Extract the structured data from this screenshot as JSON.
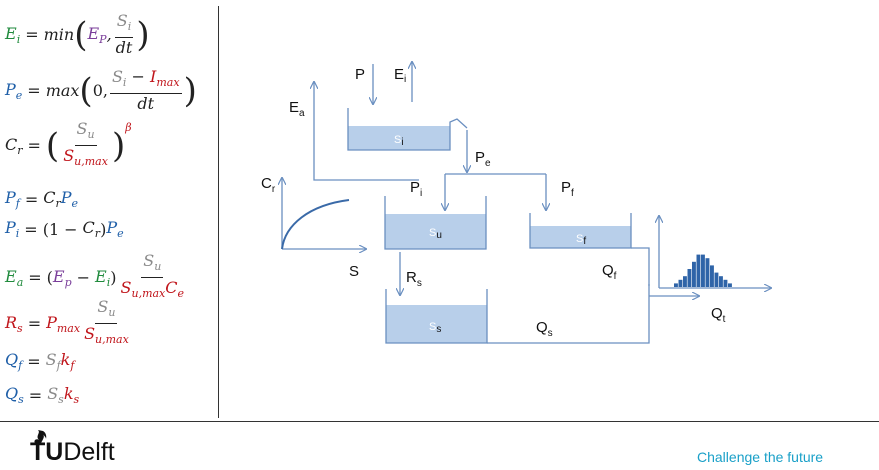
{
  "equations": [
    {
      "id": "Ei"
    },
    {
      "id": "Pe"
    },
    {
      "id": "Cr"
    },
    {
      "id": "Pf"
    },
    {
      "id": "Pi"
    },
    {
      "id": "Ea"
    },
    {
      "id": "Rs"
    },
    {
      "id": "Qf"
    },
    {
      "id": "Qs"
    }
  ],
  "text": {
    "min": "min",
    "max": "max",
    "zero": "0,",
    "one": "1",
    "E": "E",
    "P": "P",
    "S": "S",
    "I": "I",
    "C": "C",
    "R": "R",
    "Q": "Q",
    "k": "k",
    "dt": "dt",
    "sub_i": "i",
    "sub_e": "e",
    "sub_P": "P",
    "sub_p": "p",
    "sub_a": "a",
    "sub_f": "f",
    "sub_s": "s",
    "sub_r": "r",
    "sub_u": "u",
    "sub_max": "max",
    "sub_umax": "u,max",
    "beta": "β"
  },
  "diagram": {
    "labels": {
      "P": "P",
      "Ei": "E",
      "Ei_sub": "i",
      "Ea": "E",
      "Ea_sub": "a",
      "Pe": "P",
      "Pe_sub": "e",
      "Cr": "C",
      "Cr_sub": "r",
      "Pi": "P",
      "Pi_sub": "i",
      "Pf": "P",
      "Pf_sub": "f",
      "S": "S",
      "Rs": "R",
      "Rs_sub": "s",
      "Qf": "Q",
      "Qf_sub": "f",
      "Qs": "Q",
      "Qs_sub": "s",
      "Qt": "Q",
      "Qt_sub": "t"
    },
    "boxes": {
      "Si": "S",
      "Si_sub": "i",
      "Su": "S",
      "Su_sub": "u",
      "Sf": "S",
      "Sf_sub": "f",
      "Ss": "S",
      "Ss_sub": "s"
    },
    "colors": {
      "water": "#b8cfea",
      "line": "#6a8fc0",
      "hydrograph": "#2f64a8"
    },
    "hydrograph_bins": [
      1,
      2,
      3,
      5,
      7,
      9,
      9,
      8,
      6,
      4,
      3,
      2,
      1
    ]
  },
  "footer": {
    "logo_prefix": "TU",
    "logo_suffix": "Delft",
    "tagline": "Challenge the future"
  }
}
